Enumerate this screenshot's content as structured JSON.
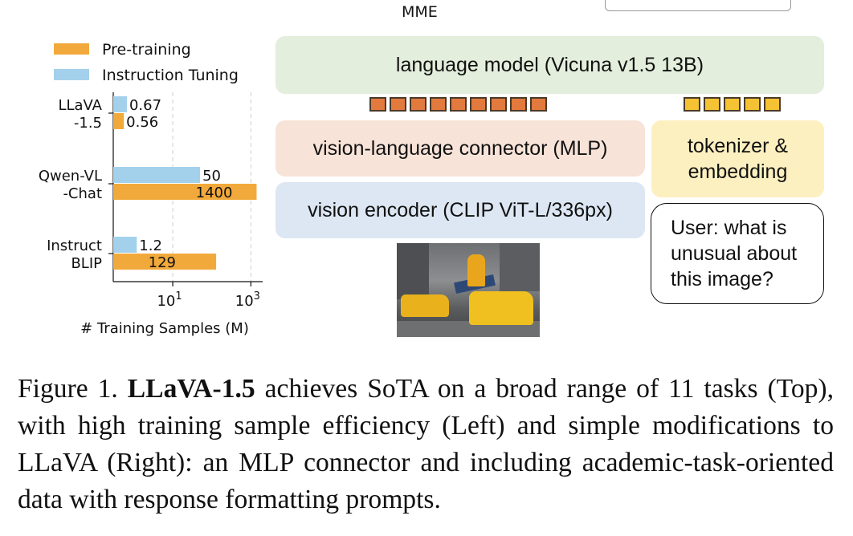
{
  "top_label": "MME",
  "chart_data": {
    "type": "bar",
    "orientation": "horizontal",
    "categories": [
      "LLaVA\n-1.5",
      "Qwen-VL\n-Chat",
      "Instruct\nBLIP"
    ],
    "series": [
      {
        "name": "Pre-training",
        "values": [
          0.56,
          1400,
          129
        ],
        "labels": [
          "0.56",
          "1400",
          "129"
        ],
        "color": "#f2a93b"
      },
      {
        "name": "Instruction Tuning",
        "values": [
          0.67,
          50,
          1.2
        ],
        "labels": [
          "0.67",
          "50",
          "1.2"
        ],
        "color": "#a3d1ec"
      }
    ],
    "xlabel": "# Training Samples (M)",
    "xscale": "log",
    "xlim": [
      0.3,
      2000
    ],
    "xticks": [
      10,
      1000
    ],
    "xtick_labels": [
      "10^1",
      "10^3"
    ],
    "grid": "vertical dashed",
    "legend": "top-left"
  },
  "diagram": {
    "language_model": "language model (Vicuna v1.5 13B)",
    "connector": "vision-language connector (MLP)",
    "vision_encoder": "vision encoder (CLIP ViT-L/336px)",
    "tokenizer": "tokenizer & embedding",
    "user_prompt": "User: what is unusual about this image?",
    "vision_token_count": 9,
    "text_token_count": 5
  },
  "caption": {
    "prefix": "Figure 1. ",
    "bold": "LLaVA-1.5",
    "text": " achieves SoTA on a broad range of 11 tasks (Top), with high training sample efficiency (Left) and simple modifications to LLaVA (Right): an MLP connector and including academic-task-oriented data with response formatting prompts."
  }
}
